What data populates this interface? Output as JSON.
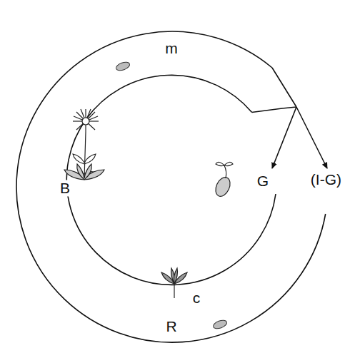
{
  "diagram": {
    "labels": [
      "m",
      "B",
      "G",
      "(I-G)",
      "c",
      "R"
    ]
  }
}
